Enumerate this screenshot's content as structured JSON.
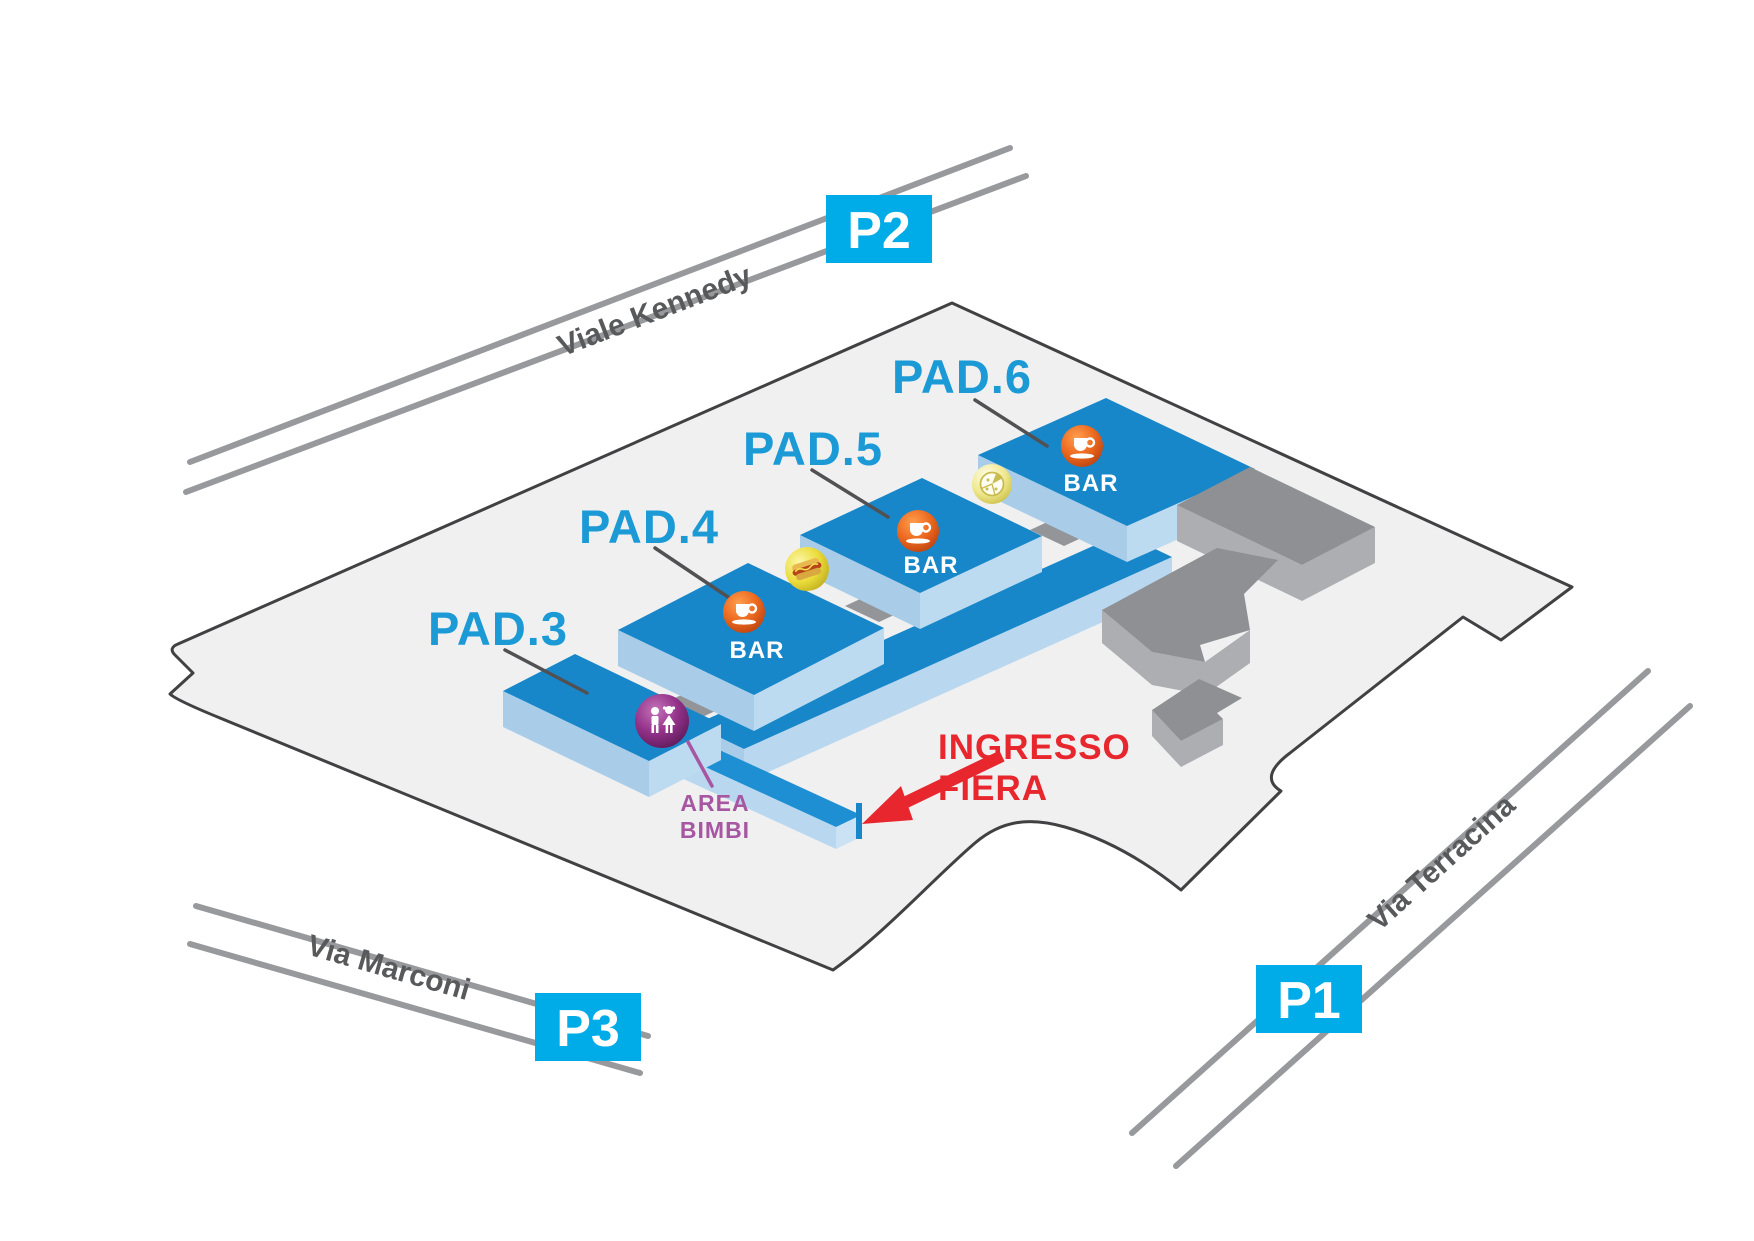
{
  "map": {
    "parkings": [
      {
        "id": "p2",
        "label": "P2"
      },
      {
        "id": "p1",
        "label": "P1"
      },
      {
        "id": "p3",
        "label": "P3"
      }
    ],
    "roads": [
      {
        "id": "viale-kennedy",
        "name": "Viale Kennedy"
      },
      {
        "id": "via-marconi",
        "name": "Via Marconi"
      },
      {
        "id": "via-terracina",
        "name": "Via Terracina"
      }
    ],
    "pavilions": [
      {
        "id": "pad3",
        "name": "PAD.3"
      },
      {
        "id": "pad4",
        "name": "PAD.4"
      },
      {
        "id": "pad5",
        "name": "PAD.5"
      },
      {
        "id": "pad6",
        "name": "PAD.6"
      }
    ],
    "amenities": {
      "bar_label": "BAR",
      "bars": [
        {
          "location": "PAD.4"
        },
        {
          "location": "PAD.5"
        },
        {
          "location": "PAD.6"
        }
      ],
      "food_icons": [
        {
          "name": "hot-dog-icon"
        },
        {
          "name": "pizza-icon"
        }
      ],
      "kids_area": {
        "line1": "AREA",
        "line2": "BIMBI"
      }
    },
    "entrance": {
      "line1": "INGRESSO",
      "line2": "FIERA"
    },
    "icons": [
      {
        "name": "coffee-cup-icon"
      },
      {
        "name": "hot-dog-icon"
      },
      {
        "name": "pizza-icon"
      },
      {
        "name": "children-icon"
      },
      {
        "name": "entrance-arrow-icon"
      }
    ],
    "colors": {
      "parking_blue": "#00ACE8",
      "pavilion_blue": "#1787C9",
      "pavilion_side_blue": "#B3D4EE",
      "label_blue": "#1B9AD6",
      "entrance_red": "#E8262D",
      "kids_purple": "#A756A1",
      "road_gray": "#97999C",
      "venue_fill": "#F0F0F1",
      "building_gray": "#8E9093"
    }
  }
}
